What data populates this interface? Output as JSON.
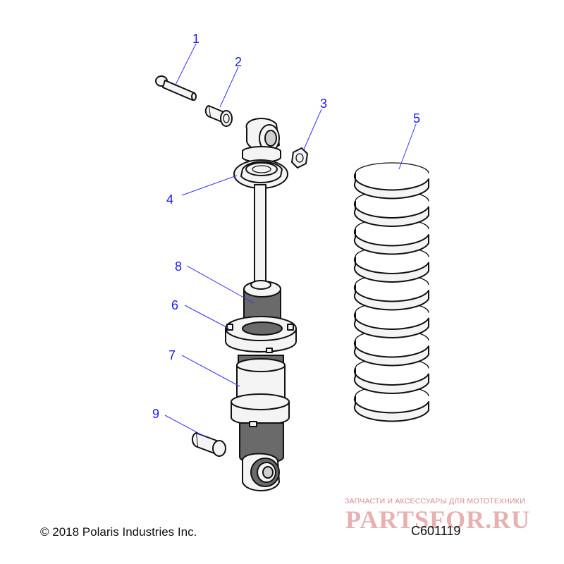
{
  "diagram": {
    "callouts": [
      {
        "number": "1",
        "color": "#1a1aff"
      },
      {
        "number": "2",
        "color": "#1a1aff"
      },
      {
        "number": "3",
        "color": "#1a1aff"
      },
      {
        "number": "4",
        "color": "#1a1aff"
      },
      {
        "number": "5",
        "color": "#1a1aff"
      },
      {
        "number": "6",
        "color": "#1a1aff"
      },
      {
        "number": "7",
        "color": "#1a1aff"
      },
      {
        "number": "8",
        "color": "#1a1aff"
      },
      {
        "number": "9",
        "color": "#1a1aff"
      }
    ],
    "copyright": "© 2018 Polaris Industries Inc.",
    "figure_code": "C601119"
  },
  "watermark": {
    "tagline": "ЗАПЧАСТИ И АКСЕССУАРЫ ДЛЯ МОТОТЕХНИКИ",
    "brand": "PARTSFOR.RU",
    "color": "#e8b0b0"
  }
}
